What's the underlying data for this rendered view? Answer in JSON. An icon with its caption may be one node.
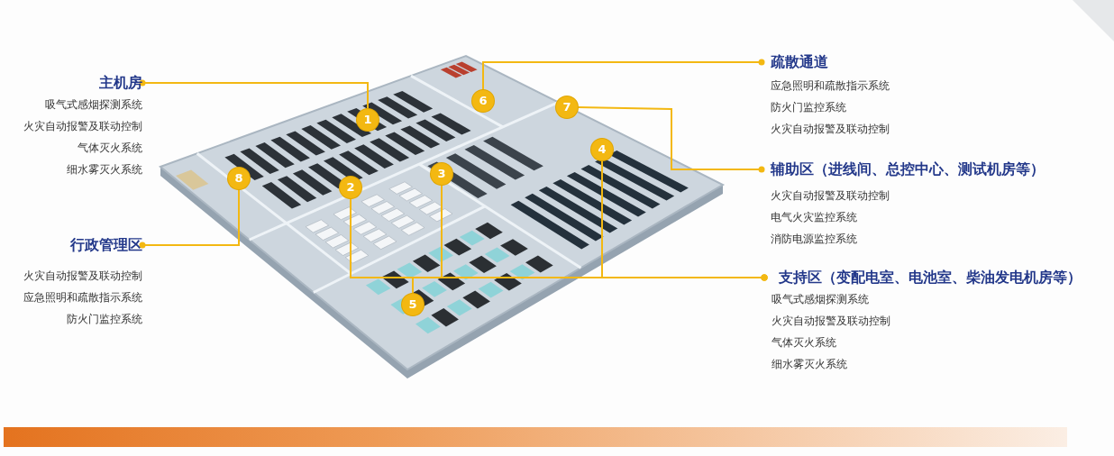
{
  "diagram": {
    "nodes": [
      {
        "text": [
          "主机房",
          "吸气式感烟探测系统",
          "火灾自动报警及联动控制",
          "气体灭火系统",
          "细水雾灭火系统"
        ]
      },
      {
        "text": [
          "疏散通道",
          "应急照明和疏散指示系统",
          "防火门监控系统",
          "火灾自动报警及联动控制"
        ]
      },
      {
        "text": [
          "辅助区（进线间、总控中心、测试机房等）",
          "火灾自动报警及联动控制",
          "电气火灾监控系统",
          "消防电源监控系统"
        ]
      },
      {
        "text": [
          "行政管理区",
          "火灾自动报警及联动控制",
          "应急照明和疏散指示系统",
          "防火门监控系统"
        ]
      },
      {
        "text": [
          "支持区（变配电室、电池室、柴油发电机房等）",
          "吸气式感烟探测系统",
          "火灾自动报警及联动控制",
          "气体灭火系统",
          "细水雾灭火系统"
        ]
      },
      {
        "text": [
          "1"
        ]
      },
      {
        "text": [
          "2"
        ]
      },
      {
        "text": [
          "3"
        ]
      },
      {
        "text": [
          "4"
        ]
      },
      {
        "text": [
          "5"
        ]
      },
      {
        "text": [
          "6"
        ]
      },
      {
        "text": [
          "7"
        ]
      },
      {
        "text": [
          "8"
        ]
      }
    ],
    "edges": [
      {
        "from": 0,
        "to": 5,
        "arrow": "other"
      },
      {
        "from": 1,
        "to": 10,
        "arrow": "other"
      },
      {
        "from": 2,
        "to": 11,
        "arrow": "other"
      },
      {
        "from": 3,
        "to": 12,
        "arrow": "other"
      },
      {
        "from": 4,
        "to": 6,
        "arrow": "other"
      },
      {
        "from": 4,
        "to": 7,
        "arrow": "other"
      },
      {
        "from": 4,
        "to": 8,
        "arrow": "other"
      },
      {
        "from": 4,
        "to": 9,
        "arrow": "other"
      }
    ]
  }
}
